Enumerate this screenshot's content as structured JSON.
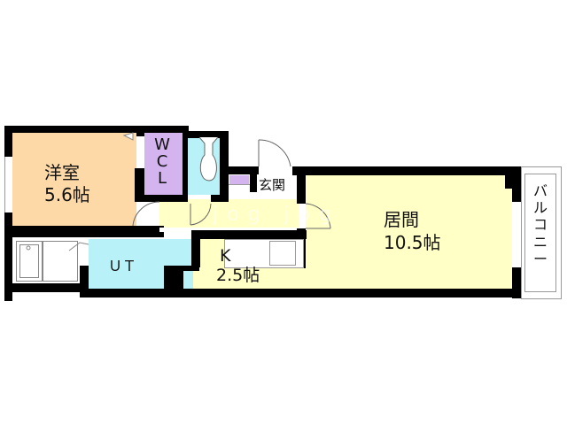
{
  "floorplan": {
    "rooms": {
      "western_room": {
        "name": "洋室",
        "size": "5.6帖",
        "color": "#FDD9A8"
      },
      "wcl": {
        "letters": [
          "W",
          "C",
          "L"
        ],
        "color": "#D3B4EE"
      },
      "toilet": {
        "color": "#B8F2F8"
      },
      "entrance": {
        "name": "玄関"
      },
      "living": {
        "name": "居間",
        "size": "10.5帖",
        "color": "#FFFFC6"
      },
      "kitchen": {
        "name": "K",
        "size": "2.5帖",
        "color": "#FFFFC6"
      },
      "utility": {
        "name": "ＵＴ",
        "color": "#B8F2F8"
      },
      "bath": {},
      "balcony": {
        "letters": [
          "バ",
          "ル",
          "コ",
          "ニ",
          "ー"
        ]
      }
    },
    "watermark": "jog jog",
    "colors": {
      "wall": "#000000",
      "hall": "#FFFFC6",
      "storage": "#D3B4EE"
    }
  }
}
